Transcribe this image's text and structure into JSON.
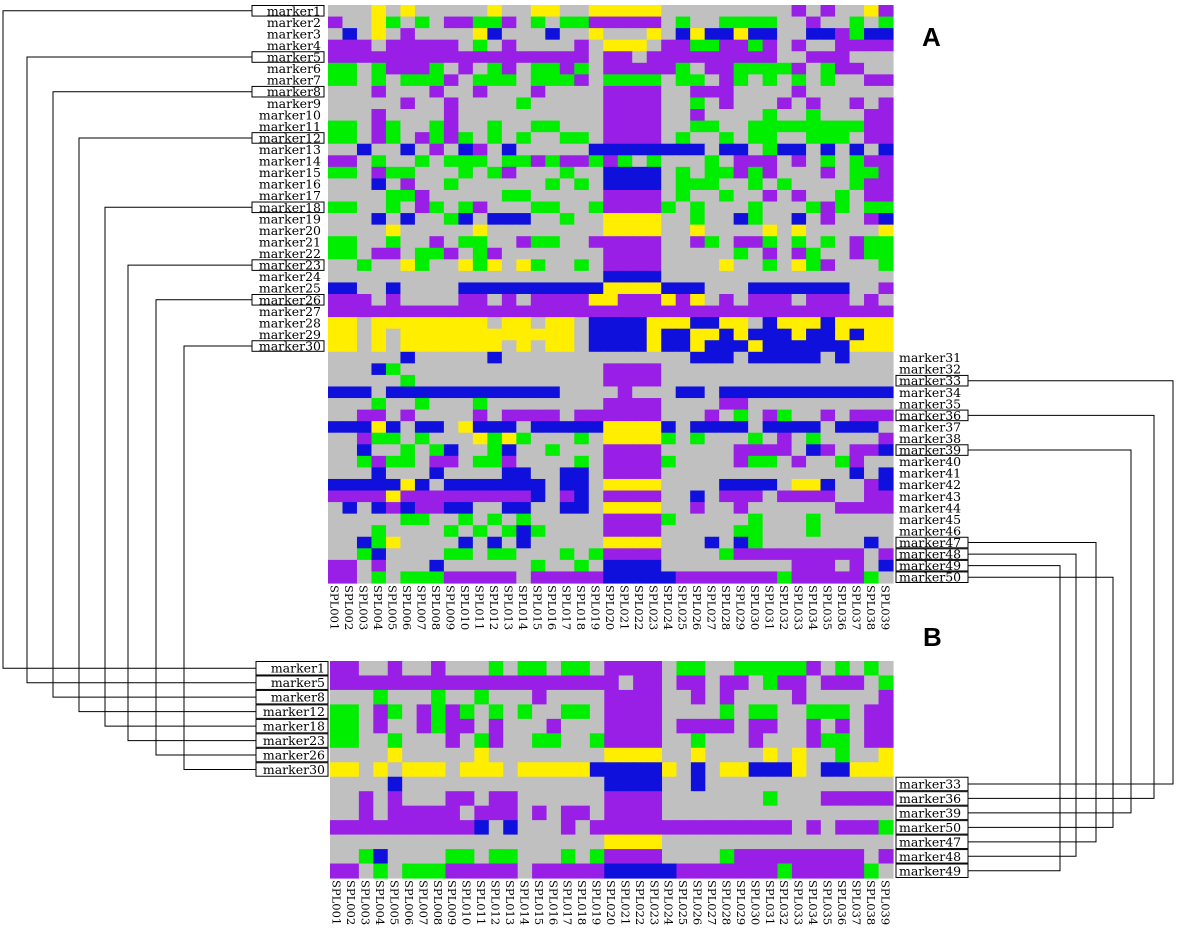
{
  "panels": [
    {
      "letter": "A"
    },
    {
      "letter": "B"
    }
  ],
  "colors": {
    "gray": "#c0c0c0",
    "purple": "#9a1fe6",
    "green": "#00ee00",
    "blue": "#1010dd",
    "yellow": "#ffee00",
    "line": "#000000"
  },
  "chart_data": [
    {
      "type": "heatmap",
      "panel": "A",
      "rows": [
        "marker1",
        "marker2",
        "marker3",
        "marker4",
        "marker5",
        "marker6",
        "marker7",
        "marker8",
        "marker9",
        "marker10",
        "marker11",
        "marker12",
        "marker13",
        "marker14",
        "marker15",
        "marker16",
        "marker17",
        "marker18",
        "marker19",
        "marker20",
        "marker21",
        "marker22",
        "marker23",
        "marker24",
        "marker25",
        "marker26",
        "marker27",
        "marker28",
        "marker29",
        "marker30",
        "marker31",
        "marker32",
        "marker33",
        "marker34",
        "marker35",
        "marker36",
        "marker37",
        "marker38",
        "marker39",
        "marker40",
        "marker41",
        "marker42",
        "marker43",
        "marker44",
        "marker45",
        "marker46",
        "marker47",
        "marker48",
        "marker49",
        "marker50"
      ],
      "highlighted_rows": [
        "marker1",
        "marker5",
        "marker8",
        "marker12",
        "marker18",
        "marker23",
        "marker26",
        "marker30",
        "marker33",
        "marker36",
        "marker39",
        "marker47",
        "marker48",
        "marker49",
        "marker50"
      ],
      "columns": [
        "SPL001",
        "SPL002",
        "SPL003",
        "SPL004",
        "SPL005",
        "SPL006",
        "SPL007",
        "SPL008",
        "SPL009",
        "SPL010",
        "SPL011",
        "SPL012",
        "SPL013",
        "SPL014",
        "SPL015",
        "SPL016",
        "SPL017",
        "SPL018",
        "SPL019",
        "SPL020",
        "SPL021",
        "SPL022",
        "SPL023",
        "SPL024",
        "SPL025",
        "SPL026",
        "SPL027",
        "SPL028",
        "SPL029",
        "SPL030",
        "SPL031",
        "SPL032",
        "SPL033",
        "SPL034",
        "SPL035",
        "SPL036",
        "SPL037",
        "SPL038",
        "SPL039"
      ],
      "value_codes": {
        "G": "gray",
        "P": "purple",
        "N": "green",
        "B": "blue",
        "Y": "yellow"
      },
      "grid": [
        "GGGYGYGGGGGYGGYYGGYYYYYGGGGGGGGGPGPGGYP",
        "PGGYNGNGPPNNPGNGNNPPPPPGNGGNNNNGGPGGNGN",
        "GBGYGPGGGGYBGGGBGGYGGGYGBYBBYBBGGBBPNBB",
        "PPPGPPPPPGNGPGGGGPGYYYGPPNNPPNPGPGGPPPP",
        "PPPPPPPPPPPPPPPPPPGPPGPPPPPPPPPGGPPPGGG",
        "NNGNPPPNGPGNPGNNPNGPPPPPNGPPNNNNPGNPPGG",
        "NNGNGNNNPGNNNGNNNPGNNNNGNNGPNGNGNGNGGPP",
        "GGGPGGGPGGPGGGPGGGGPPPPGGPPPGGGGPGGGGGG",
        "GGGGGPGGPGGGGNGGGGGPPPPGGNGPGGGPGPGGPGP",
        "GGGPGGGGPGGGGGGGGGGPPPPGGPGGGGNGGNGGGPP",
        "NNGPNGGNPGGNGGNNGGGPPPPGGNNGGNNNNNNNNPP",
        "NNGPNGPNPNGNGNGGNNGPPPPGNGGNGNNGGNNNGPP",
        "GGBGGBGPGBPGBGGGGGBBBBBBBBGBBGNBBGBGBGB",
        "PPGNGGNGNNNGNNPNPPNPNGNGGGNGPPPGPGNGNPP",
        "NNGPNNGGGNGNPGGGNGGBBBBGNGNNPNPGGGPGNNP",
        "GGGBGPGGNGGGGGGNGNGBBBBGNNNGGNGNGGGGNPP",
        "GGGGNNPGGGGGNNGGGGGPPPPGNGGNGGPGPGGNGPP",
        "NNGGNGPNGNPGGGNNGGNPPPPNGNGGGNGGGNPNGNN",
        "GGGBGBGGNBGBBBGGNGGYYYYGGNGGBNGGBGPGGPB",
        "GGGGYGGGGGYGGGGGGGGYYYYGGYGGGGYGYGGGGGY",
        "NNGGNGGPGNNGGPNNGGPPPPPGGPNGPPNGNGNGPNN",
        "NNGPPGNNPGNPGGGGGGGPPPPGGGGGNGPGPNGGPNN",
        "GGNGGYNGGYNYGYNGGNGPPPPGGGGYGGNGYNPGGGN",
        "GGGGGGGGGGGGGGGGGGGBBBBGGGGGGGGGGGGGGGG",
        "BBGGBGGGGBBBBBBBBBBYYYYBBBGGGBBBBBBBGGP",
        "PPPGPGGGGPPGPGPPPPYYPPPYPYGPGPPPGPPPGPG",
        "PPPPPPPPPPPPPPPPPPPPPPPPPPPPPPPPPPPPPPP",
        "YYGYYYYYYYYGYYGYYGBBBBYYYBBYYGBYYYBYYYY",
        "YYGYGYYYYYYYYYYYYGBBBBYBBYYBYBBBYBBYBYY",
        "YYGYGYYYYYYYGYGYYGBBBBYBBYBBBYBBBBBBYYY",
        "GGGGGBGGGGGBGGGGGGGGGGGGGBBBGBBBBBGBGGG",
        "GGGBNGGGGGGGGGGGGGGPPPPGGGGGGGGGGGGGGGG",
        "GGGGGNGGGGGGGGGGGGGPPPPGGGGGGGGGGGGGGGG",
        "BBBGBBBBBBBBBBBBGGGGPGGGBBGBBBBBBBBBBBB",
        "GGGNGGNGGGNGGGGGGGGPPPPGGGGPPGGGGGGGGGG",
        "GGPPGPGGGGPGPPPPGPPPPPPGGGPGNGPNGGPGPPP",
        "BBBYBGBBGYBBBGBBBBBYYYYBGBBBBGBBBBGBBBG",
        "GGPNNGNGGGYNYNGGGNGYYYYNGNGGGNGPGNGGGGP",
        "GGBGGNGNBGGNBGGNGGGPPPPGGGGGPPPPGBPGPPB",
        "GGNPNNGPPGNNPGGGGNGPPPPNGGGGPNNGPGGNPGG",
        "GGGBGGGBGGGGBBGGBBGPPPPGGGGGGGGGGGGGBGB",
        "BBBBBYBGBBBBBBBGBBGYYYYGGGGBBBBGYYBGGPB",
        "PPPPYPPPPPPPPPBGPBGPPPPGGBGPPPGPPPPGGPP",
        "GBGBPBPPBBGGBBGGBBGYYYYGGPGGPGGGGGGPPPP",
        "GGGGGNNGGNGNGNGGGGGPPPPNGGGGGNGGGNGGGGG",
        "GGGNGGGGNGNGNBNGGGGPPPPGGGGGNNGGGNGGGGG",
        "GGBNYGGGGBGBGBGGGGGYYYYGGGBGBNGGGGGGGBG",
        "GGNBGGGGNNGNNGGGNGNPPPPGGGGNPPPPPPPPPGP",
        "PPGPGGGBGGGGGGNGGNGBBBBGGGGGGGGGPPPGPGB",
        "PPGNGNNNPPPPPGPPPPPBBBBBPPPPPPPNPPPPPNG"
      ]
    },
    {
      "type": "heatmap",
      "panel": "B",
      "rows": [
        "marker1",
        "marker5",
        "marker8",
        "marker12",
        "marker18",
        "marker23",
        "marker26",
        "marker30",
        "marker33",
        "marker36",
        "marker39",
        "marker50",
        "marker47",
        "marker48",
        "marker49"
      ],
      "columns": [
        "SPL001",
        "SPL002",
        "SPL003",
        "SPL004",
        "SPL005",
        "SPL006",
        "SPL007",
        "SPL008",
        "SPL009",
        "SPL010",
        "SPL011",
        "SPL012",
        "SPL013",
        "SPL014",
        "SPL015",
        "SPL016",
        "SPL017",
        "SPL018",
        "SPL019",
        "SPL020",
        "SPL021",
        "SPL022",
        "SPL023",
        "SPL024",
        "SPL025",
        "SPL026",
        "SPL027",
        "SPL028",
        "SPL029",
        "SPL030",
        "SPL031",
        "SPL032",
        "SPL033",
        "SPL034",
        "SPL035",
        "SPL036",
        "SPL037",
        "SPL038",
        "SPL039"
      ],
      "value_codes": {
        "G": "gray",
        "P": "purple",
        "N": "green",
        "B": "blue",
        "Y": "yellow"
      },
      "grid": [
        "PPGGPGGPGGGNGNNGNNGPPPPGNNGGNNNNNPGNGNG",
        "PPPPPPPPPPPPPPPPPPPPGPPGPPGPPGNPPGPPPGN",
        "GGGNGGGNGGNGGGPGGGGPPPPGGPGPGGGGPGGGGGP",
        "NNGPNGPNPNGNGNGGNNGPPPPGGGGNGNNGGNNNGPP",
        "NNGPGGPNPPGPGGGPGGGPPPPGPPPPGPPGGPGPGPP",
        "NNGGNGGGPGNPGGNNGGNPPPPGGNGGGPGGGPNNGPP",
        "GGGGYGGGGGYGGGGGGGGYYYYGGYGGGGYGYGGNGGY",
        "YYGYGYYYGYYYGYYYYYBBBBBYGBGYYBBBYGBBYYY",
        "GGGGBGGGGGGGGGGGGGGBBBBGGBGGGGGGGGGGGGG",
        "GGPGPGGGPPGPPGGGGGGPPPPGGGGGGGNGGGPPPPP",
        "GGPGPPPPPGPPPGPGPPGPPPPGGGGGGGGGGGGGGGG",
        "PPPPPPPPPPBGBGGGPGPPPPPPPPPPPPPPGPGPPPN",
        "GGGGGGGGGGGGGGGGGGGYYYYGGGGGGGGGGGGGGGG",
        "GGNBGGGGNNGNNGGGNGNPPPPGGGGNPPPPPPPPPGP",
        "PPGNGNNNPPPPPGPPPPPBBBBBPPPPPPPNPPPPPNG"
      ]
    }
  ]
}
